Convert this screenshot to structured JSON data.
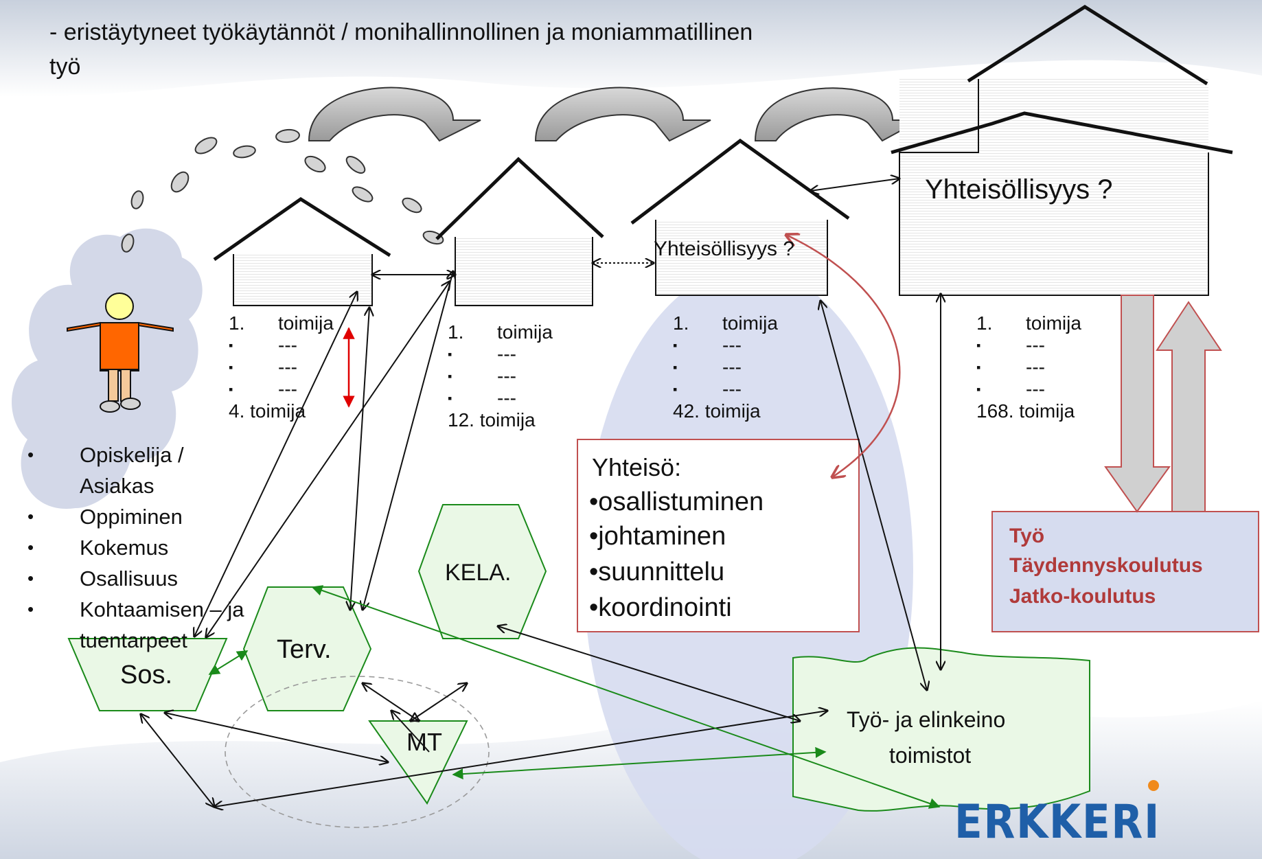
{
  "header": {
    "line1": "- eristäytyneet työkäytännöt / monihallinnollinen ja  moniammatillinen",
    "line2": "työ"
  },
  "houses": [
    {
      "first": "1.",
      "first_label": "toimija",
      "dashes": [
        "---",
        "---",
        "---"
      ],
      "last": "4. toimija"
    },
    {
      "first": "1.",
      "first_label": "toimija",
      "dashes": [
        "---",
        "---",
        "---"
      ],
      "last": "12. toimija"
    },
    {
      "first": "1.",
      "first_label": "toimija",
      "dashes": [
        "---",
        "---",
        "---"
      ],
      "last": "42. toimija",
      "title": "Yhteisöllisyys ?"
    },
    {
      "first": "1.",
      "first_label": "toimija",
      "dashes": [
        "---",
        "---",
        "---"
      ],
      "last": "168. toimija",
      "title": "Yhteisöllisyys ?"
    }
  ],
  "bullet_glyph": "•",
  "square_glyph": "▪",
  "student_list": [
    "Opiskelija /",
    "Asiakas",
    "Oppiminen",
    "Kokemus",
    "Osallisuus",
    "Kohtaamisen – ja",
    "tuentarpeet"
  ],
  "yhteiso_box": {
    "title": "Yhteisö:",
    "items": [
      "•osallistuminen",
      "•johtaminen",
      "•suunnittelu",
      "•koordinointi"
    ]
  },
  "work_box": {
    "lines": [
      "Työ",
      "Täydennyskoulutus",
      "Jatko-koulutus"
    ]
  },
  "nodes": {
    "kela": "KELA.",
    "terv": "Terv.",
    "sos": "Sos.",
    "mt": "MT",
    "office_line1": "Työ- ja elinkeino",
    "office_line2": "toimistot"
  },
  "logo": {
    "text": "ERKKERI"
  },
  "colors": {
    "green": "#1a8a1a",
    "green_fill": "#eaf8e6",
    "red_text": "#b03a3a",
    "box_border": "#c05050",
    "cloud": "#d3d8e8",
    "person_shirt": "#ff6600",
    "person_head": "#ffff99",
    "person_legs": "#f4c99a",
    "big_arrow": "#c8c8c8",
    "logo_blue": "#1f5fa8",
    "logo_orange": "#f08a1c"
  }
}
